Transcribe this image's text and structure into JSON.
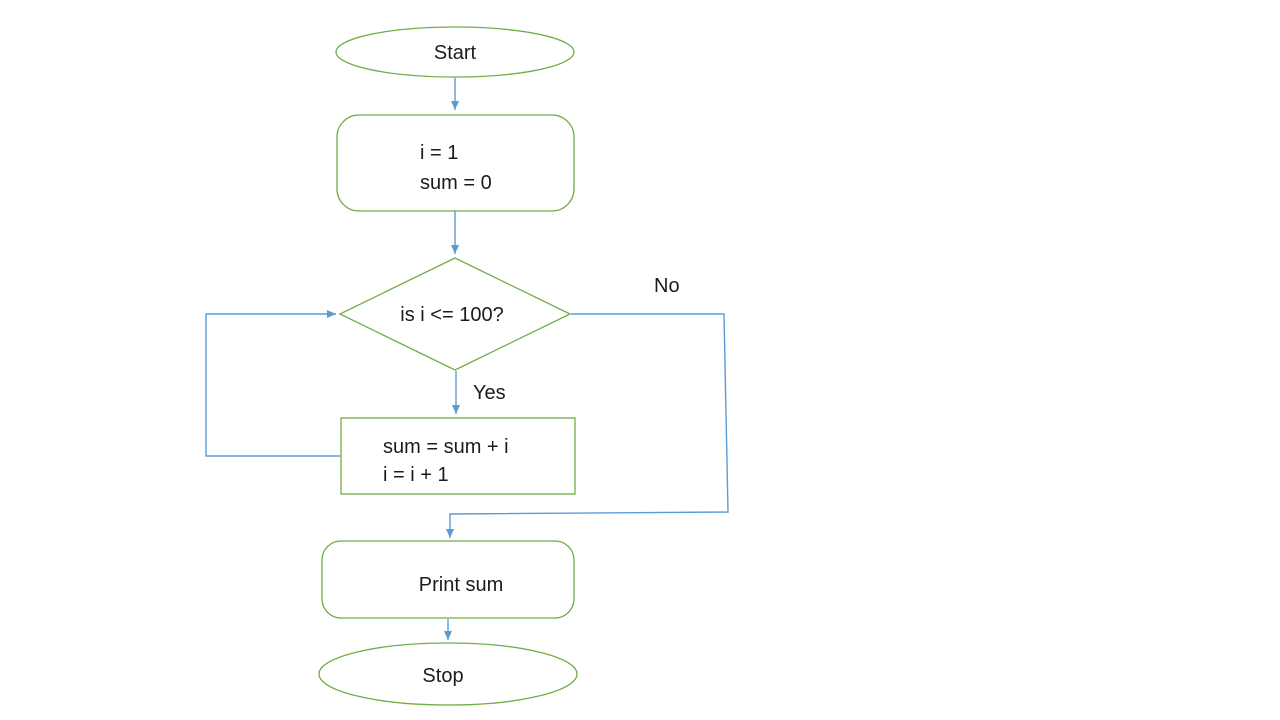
{
  "colors": {
    "shape_outline": "#70AD47",
    "connector": "#5B9BD5",
    "text": "#1c1c1c",
    "canvas_background": "#ffffff"
  },
  "flowchart": {
    "nodes": {
      "start": {
        "label": "Start"
      },
      "init": {
        "lines": [
          "i = 1",
          "sum = 0"
        ]
      },
      "decision": {
        "label": "is i <= 100?"
      },
      "loop_body": {
        "lines": [
          "sum = sum + i",
          "i = i + 1"
        ]
      },
      "print": {
        "label": "Print sum"
      },
      "stop": {
        "label": "Stop"
      }
    },
    "edge_labels": {
      "yes": "Yes",
      "no": "No"
    }
  }
}
